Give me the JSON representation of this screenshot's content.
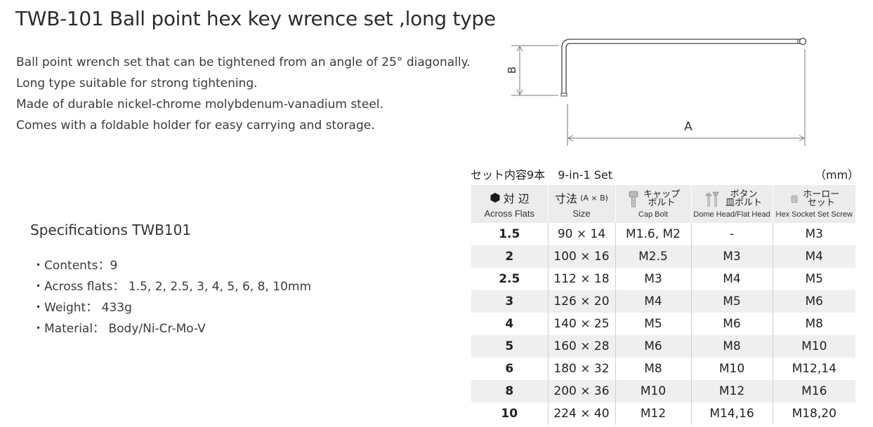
{
  "title": "TWB-101 Ball point hex key wrence set ,long type",
  "description": [
    "Ball point wrench set that can be tightened from an angle of 25° diagonally.",
    "Long type suitable for strong tightening.",
    "Made of durable nickel-chrome molybdenum-vanadium steel.",
    "Comes with a foldable holder for easy carrying and storage."
  ],
  "diagram": {
    "label_a": "A",
    "label_b": "B"
  },
  "specifications": {
    "title": "Specifications TWB101",
    "items": [
      "・Contents：9",
      "・Across flats： 1.5, 2, 2.5, 3, 4, 5, 6, 8, 10mm",
      "・Weight： 433g",
      "・Material： Body/Ni-Cr-Mo-V"
    ]
  },
  "set_table": {
    "set_label_jp": "セット内容9本",
    "set_label_en": "9-in-1 Set",
    "unit": "（mm）",
    "headers": {
      "across_flats_jp": "対 辺",
      "across_flats_en": "Across Flats",
      "size_jp": "寸法",
      "size_sub": "(A × B)",
      "size_en": "Size",
      "cap_bolt_jp_1": "キャップ",
      "cap_bolt_jp_2": "ボルト",
      "cap_bolt_en": "Cap Bolt",
      "dome_jp_1": "ボタン",
      "dome_jp_2": "皿ボルト",
      "dome_en": "Dome Head/Flat Head",
      "set_screw_jp_1": "ホーロー",
      "set_screw_jp_2": "セット",
      "set_screw_en": "Hex Socket Set Screw"
    },
    "rows": [
      {
        "af": "1.5",
        "size": "90 × 14",
        "cap": "M1.6, M2",
        "dome": "-",
        "screw": "M3"
      },
      {
        "af": "2",
        "size": "100 × 16",
        "cap": "M2.5",
        "dome": "M3",
        "screw": "M4"
      },
      {
        "af": "2.5",
        "size": "112 × 18",
        "cap": "M3",
        "dome": "M4",
        "screw": "M5"
      },
      {
        "af": "3",
        "size": "126 × 20",
        "cap": "M4",
        "dome": "M5",
        "screw": "M6"
      },
      {
        "af": "4",
        "size": "140 × 25",
        "cap": "M5",
        "dome": "M6",
        "screw": "M8"
      },
      {
        "af": "5",
        "size": "160 × 28",
        "cap": "M6",
        "dome": "M8",
        "screw": "M10"
      },
      {
        "af": "6",
        "size": "180 × 32",
        "cap": "M8",
        "dome": "M10",
        "screw": "M12,14"
      },
      {
        "af": "8",
        "size": "200 × 36",
        "cap": "M10",
        "dome": "M12",
        "screw": "M16"
      },
      {
        "af": "10",
        "size": "224 × 40",
        "cap": "M12",
        "dome": "M14,16",
        "screw": "M18,20"
      }
    ]
  },
  "icons": {
    "across_flats": "hexagon-icon",
    "cap_bolt": "cap-bolt-icon",
    "dome_flat": "dome-flat-bolt-icon",
    "set_screw": "set-screw-icon"
  }
}
